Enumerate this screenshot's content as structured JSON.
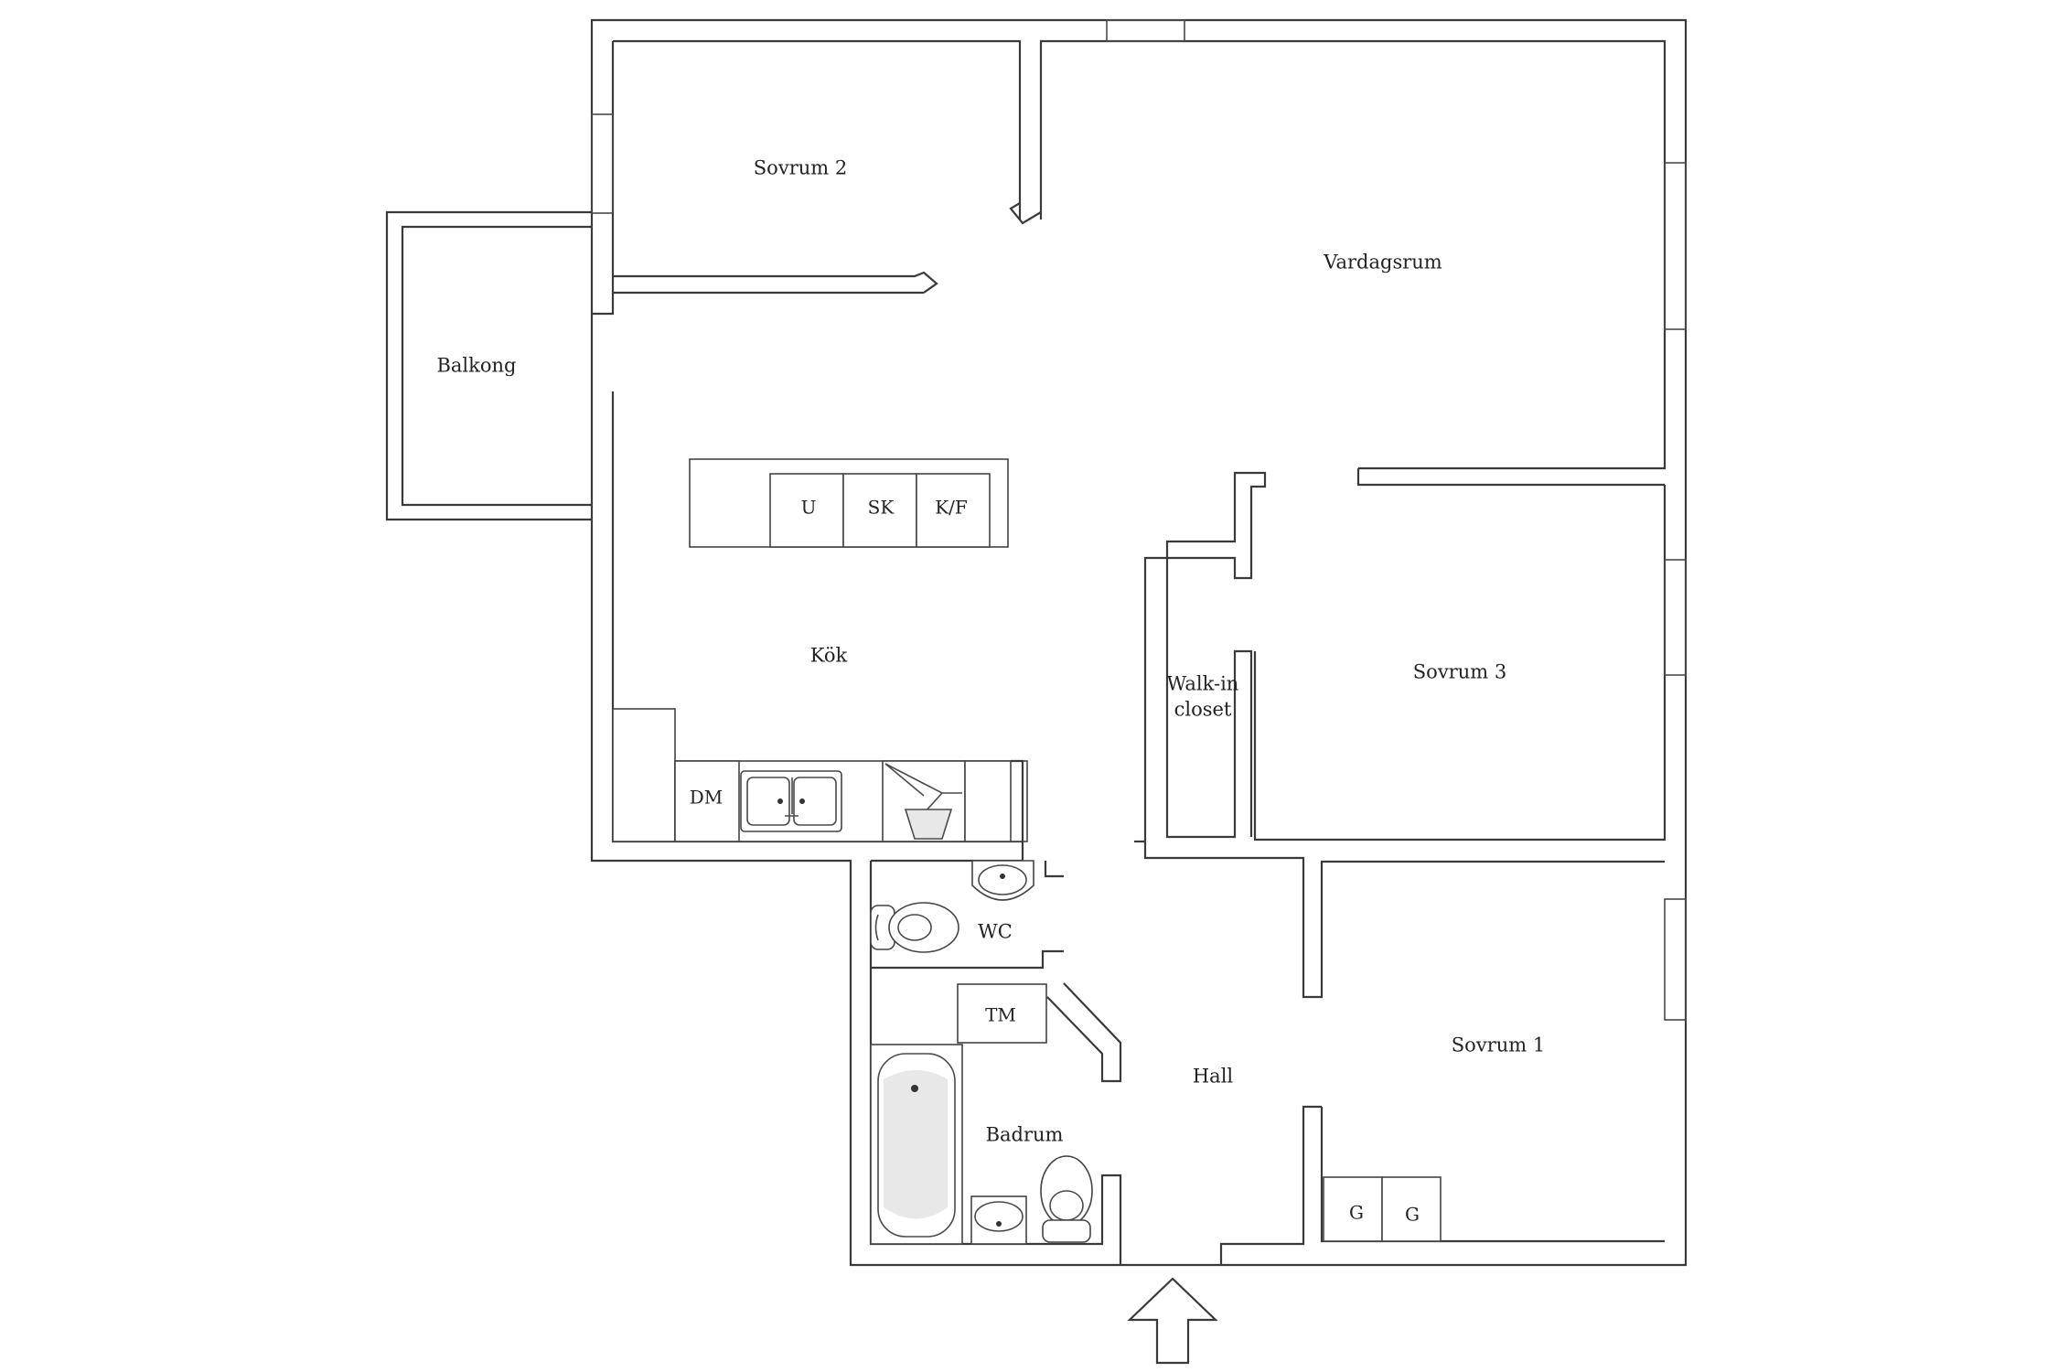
{
  "rooms": {
    "sovrum2": "Sovrum 2",
    "vardagsrum": "Vardagsrum",
    "balkong": "Balkong",
    "kok": "Kök",
    "walkin_line1": "Walk-in",
    "walkin_line2": "closet",
    "sovrum3": "Sovrum 3",
    "wc": "WC",
    "hall": "Hall",
    "badrum": "Badrum",
    "sovrum1": "Sovrum 1"
  },
  "fixtures": {
    "u": "U",
    "sk": "SK",
    "kf": "K/F",
    "dm": "DM",
    "tm": "TM",
    "g1": "G",
    "g2": "G"
  },
  "colors": {
    "wall": "#3a3a3a",
    "background": "#ffffff"
  }
}
